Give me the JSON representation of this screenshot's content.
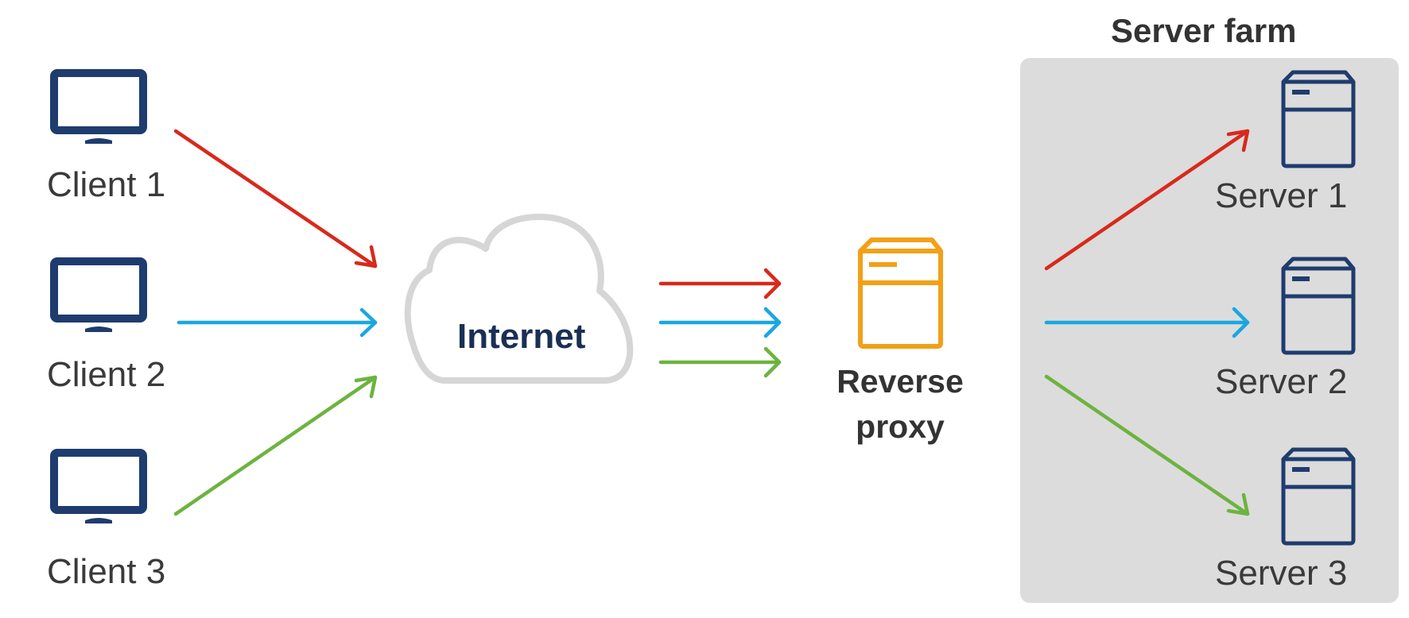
{
  "clients": [
    {
      "label": "Client 1"
    },
    {
      "label": "Client 2"
    },
    {
      "label": "Client 3"
    }
  ],
  "internet": {
    "label": "Internet"
  },
  "proxy": {
    "line1": "Reverse",
    "line2": "proxy"
  },
  "farm": {
    "title": "Server farm",
    "servers": [
      {
        "label": "Server 1"
      },
      {
        "label": "Server 2"
      },
      {
        "label": "Server 3"
      }
    ]
  },
  "colors": {
    "red": "#d8291b",
    "blue": "#1aa7e0",
    "green": "#6db33f",
    "navy": "#1f3c6e",
    "orange": "#f2a017",
    "cloud_stroke": "#d6d6d6",
    "farm_bg": "#dcdcdc"
  },
  "icons": {
    "client": "monitor-icon",
    "server": "server-icon",
    "proxy": "server-icon",
    "internet": "cloud-icon"
  }
}
